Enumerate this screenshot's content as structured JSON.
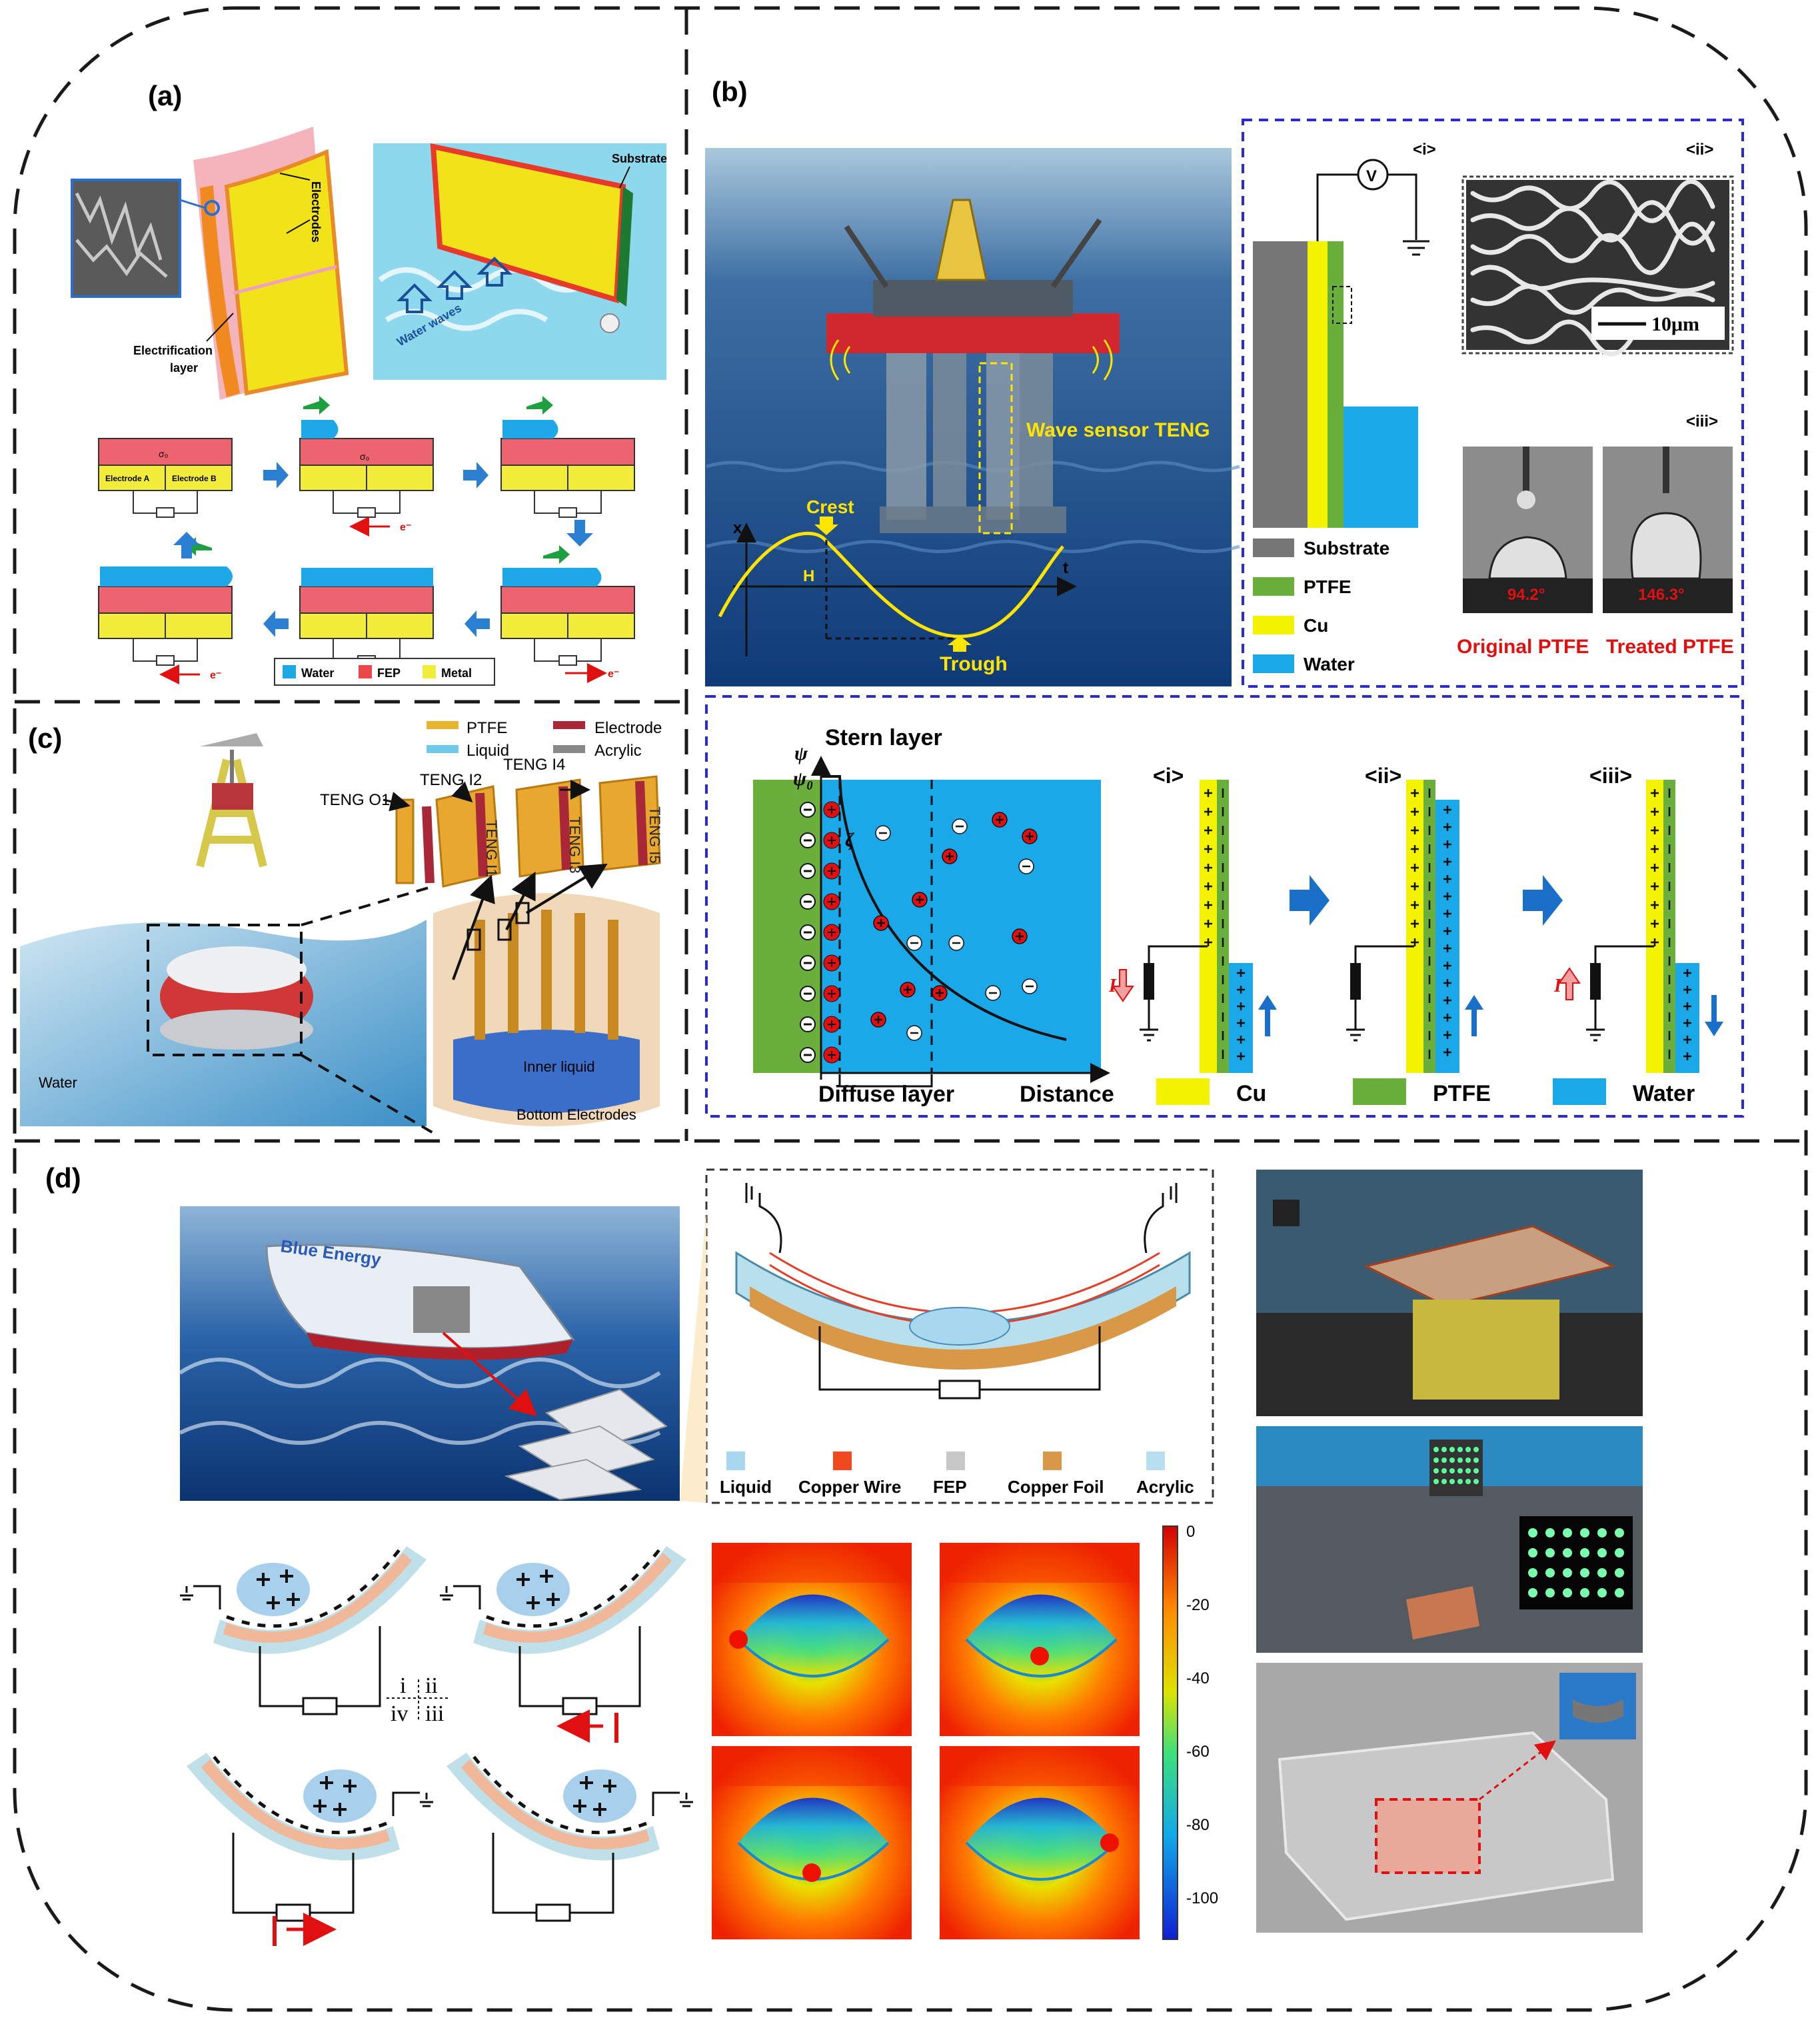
{
  "panels": {
    "a": {
      "label": "(a)",
      "electrodes": "Electrodes",
      "substrate": "Substrate",
      "water_waves": "Water waves",
      "electrification_1": "Electrification",
      "electrification_2": "layer",
      "electrode_a": "Electrode A",
      "electrode_b": "Electrode B",
      "sigma": "σ₀",
      "electron": "e⁻",
      "legend": [
        "Water",
        "FEP",
        "Metal"
      ]
    },
    "b": {
      "label": "(b)",
      "wave_sensor": "Wave sensor TENG",
      "crest": "Crest",
      "trough": "Trough",
      "x_axis": "x",
      "t_axis": "t",
      "h_label": "H",
      "i_label": "<i>",
      "ii_label": "<ii>",
      "iii_label": "<iii>",
      "volt": "V",
      "scale": "10μm",
      "angle_1": "94.2°",
      "angle_2": "146.3°",
      "original": "Original PTFE",
      "treated": "Treated PTFE",
      "legend": [
        "Substrate",
        "PTFE",
        "Cu",
        "Water"
      ],
      "stern": "Stern layer",
      "psi": "ψ",
      "psi0": "ψ₀",
      "zeta": "ζ",
      "diffuse": "Diffuse layer",
      "distance": "Distance",
      "current": "I",
      "legend2": [
        "Cu",
        "PTFE",
        "Water"
      ]
    },
    "c": {
      "label": "(c)",
      "legend": [
        "PTFE",
        "Electrode",
        "Liquid",
        "Acrylic"
      ],
      "teng": [
        "TENG O1",
        "TENG I2",
        "TENG I4",
        "TENG I1",
        "TENG I3",
        "TENG I5"
      ],
      "water": "Water",
      "inner_liquid": "Inner liquid",
      "bottom": "Bottom Electrodes"
    },
    "d": {
      "label": "(d)",
      "blue_energy": "Blue Energy",
      "legend": [
        "Liquid",
        "Copper Wire",
        "FEP",
        "Copper Foil",
        "Acrylic"
      ],
      "quad": [
        "i",
        "ii",
        "iv",
        "iii"
      ],
      "colorbar_ticks": [
        "0",
        "-20",
        "-40",
        "-60",
        "-80",
        "-100"
      ]
    }
  },
  "colors": {
    "border": "#1a1a1a",
    "blue_dash": "#2a2ad0",
    "water": "#1ba8e8",
    "ptfe": "#6aae3c",
    "cu": "#f3f300",
    "fep": "#e8484a",
    "red_text": "#e01010",
    "yellow_text": "#ffe400"
  }
}
